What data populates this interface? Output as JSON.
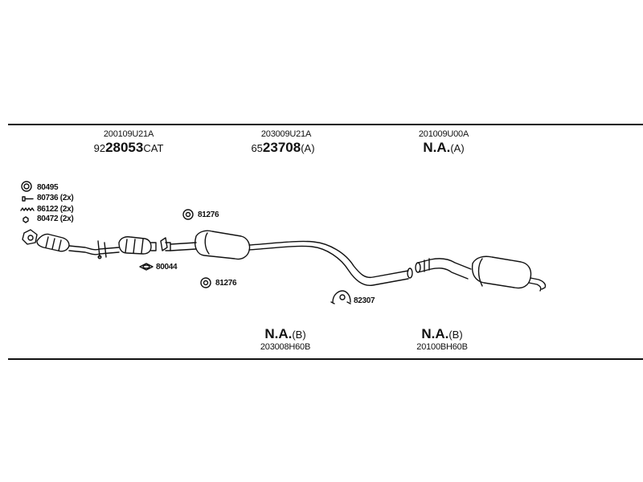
{
  "groups_top": [
    {
      "code": "200109U21A",
      "prefix": "92",
      "main": "28053",
      "suffix": "CAT"
    },
    {
      "code": "203009U21A",
      "prefix": "65",
      "main": "23708",
      "suffix": "(A)"
    },
    {
      "code": "201009U00A",
      "prefix": "",
      "main": "N.A.",
      "suffix": "(A)"
    }
  ],
  "groups_bottom": [
    {
      "main": "N.A.",
      "suffix": "(B)",
      "code": "203008H60B"
    },
    {
      "main": "N.A.",
      "suffix": "(B)",
      "code": "20100BH60B"
    }
  ],
  "parts": {
    "p80495": "80495",
    "p80736": "80736 (2x)",
    "p86122": "86122 (2x)",
    "p80472": "80472 (2x)",
    "p81276a": "81276",
    "p80044": "80044",
    "p81276b": "81276",
    "p82307": "82307"
  },
  "colors": {
    "line": "#111111",
    "background": "#ffffff"
  }
}
